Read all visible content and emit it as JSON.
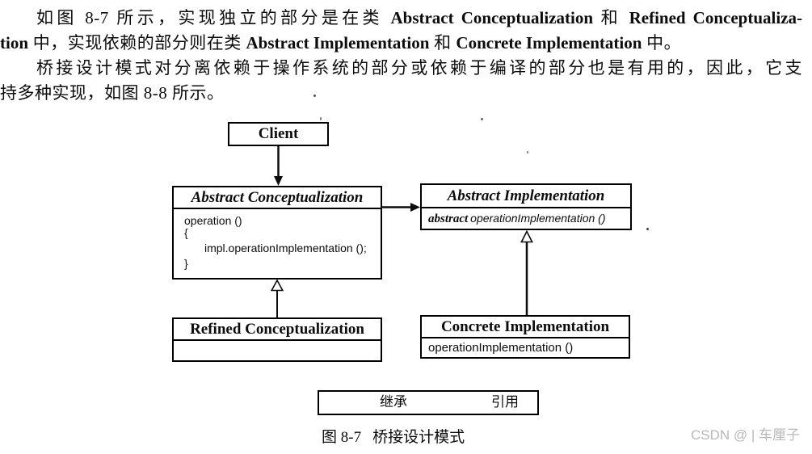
{
  "colors": {
    "ink": "#0c0c0c",
    "watermark_gray": "#b9b9b9",
    "background": "#ffffff"
  },
  "paragraphs": {
    "lines": [
      {
        "segments": [
          {
            "t": "如图 8-7 所示，实现独立的部分是在类 "
          },
          {
            "t": "Abstract Conceptualization",
            "b": true
          },
          {
            "t": " 和 "
          },
          {
            "t": "Refined Conceptualiza-",
            "b": true
          }
        ]
      },
      {
        "segments": [
          {
            "t": "tion",
            "b": true
          },
          {
            "t": " 中，实现依赖的部分则在类 "
          },
          {
            "t": "Abstract Implementation",
            "b": true
          },
          {
            "t": " 和 "
          },
          {
            "t": "Concrete Implementation",
            "b": true
          },
          {
            "t": " 中。"
          }
        ]
      },
      {
        "segments": [
          {
            "t": "桥接设计模式对分离依赖于操作系统的部分或依赖于编译的部分也是有用的，因此，它支"
          }
        ]
      },
      {
        "segments": [
          {
            "t": "持多种实现，如图 8-8 所示。"
          }
        ]
      }
    ]
  },
  "diagram": {
    "client": {
      "title": "Client"
    },
    "abstract_conceptualization": {
      "title": "Abstract Conceptualization",
      "body_lines": [
        "operation ()",
        "{",
        "impl.operationImplementation ();",
        "}"
      ]
    },
    "abstract_implementation": {
      "title": "Abstract Implementation",
      "keyword": "abstract",
      "method": "operationImplementation ()"
    },
    "refined_conceptualization": {
      "title": "Refined Conceptualization"
    },
    "concrete_implementation": {
      "title": "Concrete Implementation",
      "method": "operationImplementation ()"
    }
  },
  "legend": {
    "inheritance_label": "继承",
    "reference_label": "引用"
  },
  "caption": {
    "figure_number": "图 8-7",
    "title": "桥接设计模式"
  },
  "watermark": {
    "text": "CSDN @ | 车厘子"
  }
}
